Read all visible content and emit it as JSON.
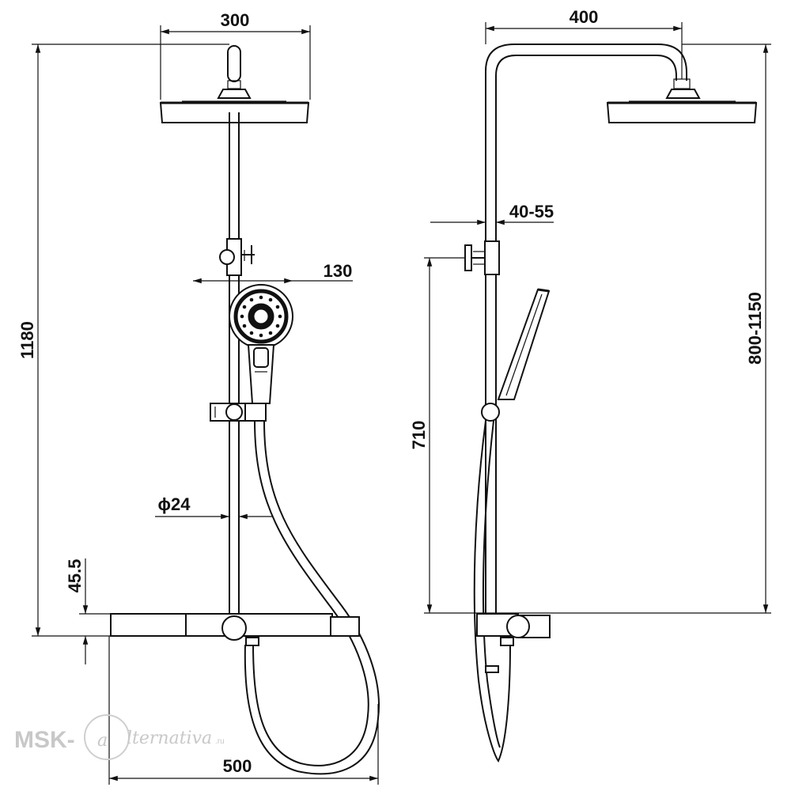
{
  "dimensions": {
    "head_width_front": "300",
    "arm_reach_side": "400",
    "wall_gap": "40-55",
    "handshower_width": "130",
    "total_height": "1180",
    "rail_diameter": "ϕ24",
    "shelf_height": "45.5",
    "shelf_width": "500",
    "outlet_height": "710",
    "height_range": "800-1150"
  },
  "watermark": {
    "brand": "MSK-",
    "script": "lternativa",
    "domain": ".ru"
  },
  "colors": {
    "line": "#111111",
    "watermark": "#c8c8c8",
    "background": "#ffffff"
  }
}
